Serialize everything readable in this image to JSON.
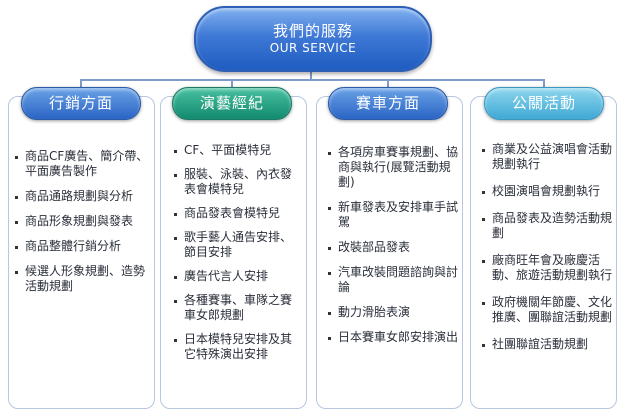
{
  "root": {
    "title_zh": "我們的服務",
    "title_en": "OUR SERVICE"
  },
  "categories": [
    {
      "label": "行銷方面",
      "items": [
        "商品CF廣告、簡介帶、平面廣告製作",
        "商品通路規劃與分析",
        "商品形象規劃與發表",
        "商品整體行銷分析",
        "候選人形象規劃、造勢活動規劃"
      ]
    },
    {
      "label": "演藝經紀",
      "items": [
        "CF、平面模特兒",
        "服裝、泳裝、內衣發表會模特兒",
        "商品發表會模特兒",
        "歌手藝人通告安排、節目安排",
        "廣告代言人安排",
        "各種賽事、車隊之賽車女郎規劃",
        "日本模特兒安排及其它特殊演出安排"
      ]
    },
    {
      "label": "賽車方面",
      "items": [
        "各項房車賽事規劃、協商與執行(展覽活動規劃)",
        "新車發表及安排車手試駕",
        "改裝部品發表",
        "汽車改裝問題諮詢與討論",
        "動力滑胎表演",
        "日本賽車女郎安排演出"
      ]
    },
    {
      "label": "公關活動",
      "items": [
        "商業及公益演唱會活動規劃執行",
        "校園演唱會規劃執行",
        "商品發表及造勢活動規劃",
        "廠商旺年會及廠慶活動、旅遊活動規劃執行",
        "政府機關年節慶、文化推廣、團聯誼活動規劃",
        "社團聯誼活動規劃"
      ]
    }
  ]
}
